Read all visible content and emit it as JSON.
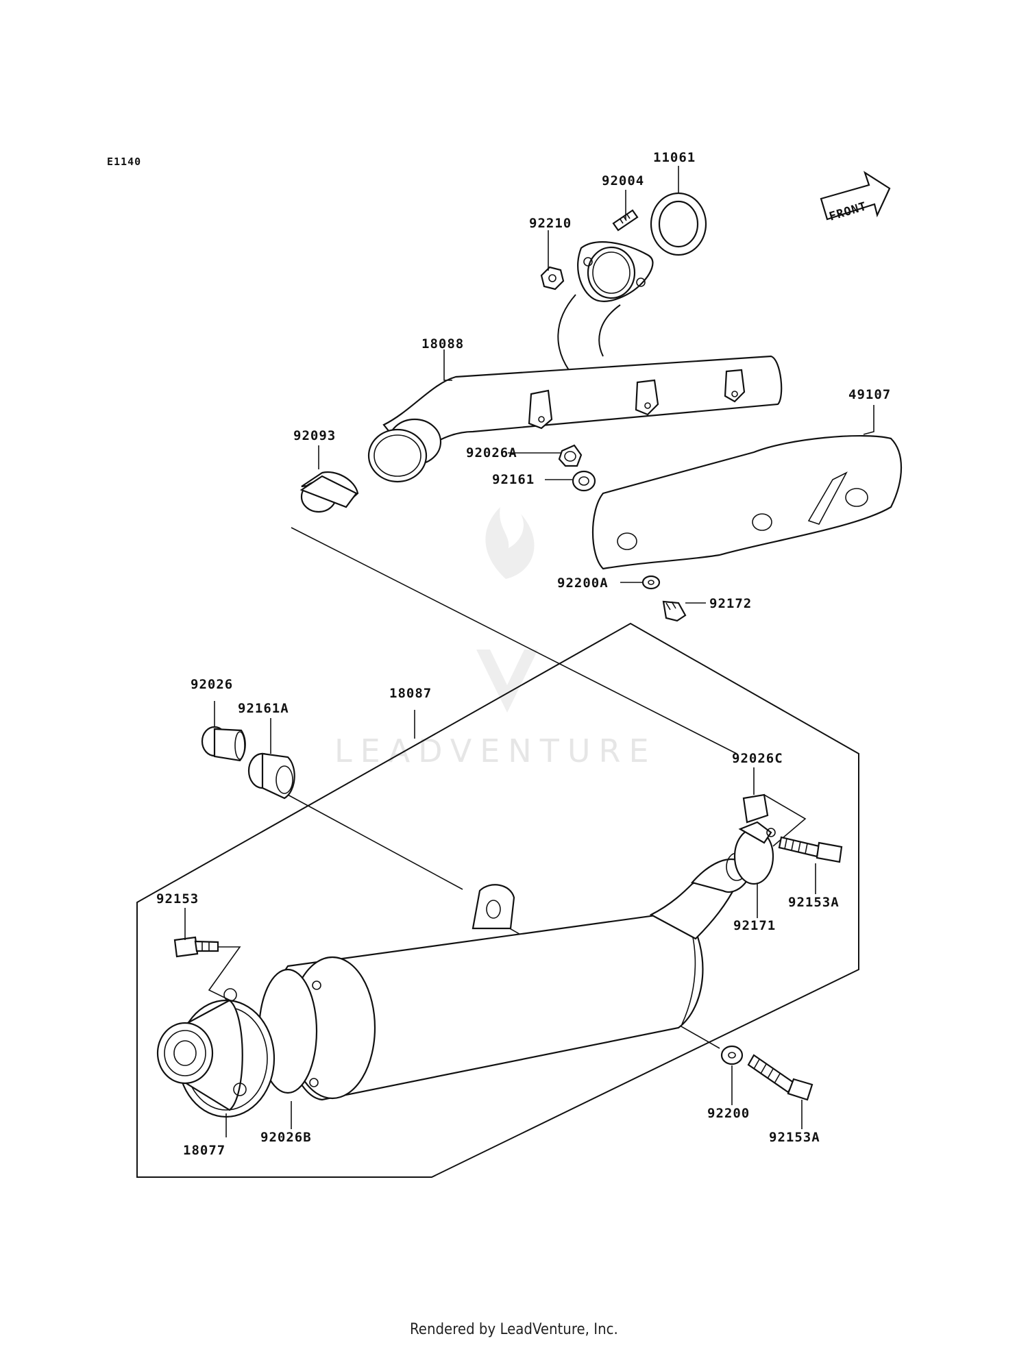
{
  "diagram": {
    "code": "E1140",
    "front_label": "FRONT",
    "watermark": "LEADVENTURE",
    "footer": "Rendered by LeadVenture, Inc."
  },
  "parts": {
    "p11061": "11061",
    "p92004": "92004",
    "p92210": "92210",
    "p18088": "18088",
    "p49107": "49107",
    "p92093": "92093",
    "p92026A": "92026A",
    "p92161": "92161",
    "p92200A": "92200A",
    "p92172": "92172",
    "p92026": "92026",
    "p92161A": "92161A",
    "p18087": "18087",
    "p92026C": "92026C",
    "p92153": "92153",
    "p92171": "92171",
    "p92153A_upper": "92153A",
    "p92200": "92200",
    "p92153A_lower": "92153A",
    "p18077": "18077",
    "p92026B": "92026B"
  }
}
